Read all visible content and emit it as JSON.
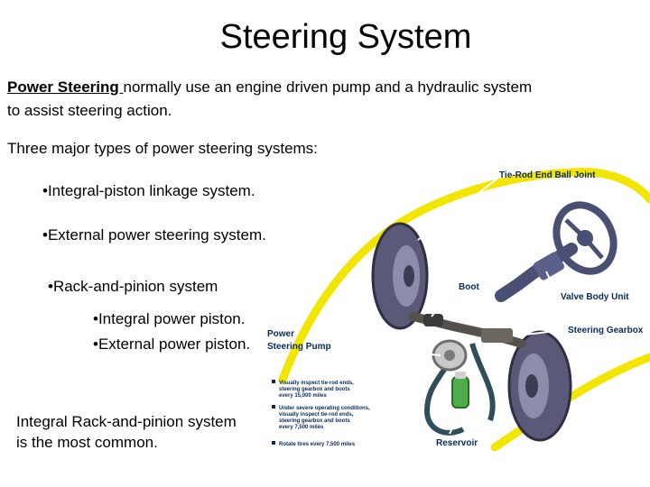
{
  "slide": {
    "title": "Steering System",
    "intro_term": "Power Steering ",
    "intro_rest": "normally use an engine driven pump and a hydraulic system to assist steering action.",
    "types_heading": "Three major types of power steering systems:",
    "bullets": [
      "•Integral-piston linkage system.",
      "•External power steering system.",
      "•Rack-and-pinion system"
    ],
    "sub_bullets": [
      "•Integral power piston.",
      "•External power piston."
    ],
    "conclusion_line1": "Integral Rack-and-pinion system",
    "conclusion_line2": "is the most common."
  },
  "diagram": {
    "labels": {
      "tie_rod": "Tie-Rod End Ball Joint",
      "boot": "Boot",
      "valve": "Valve Body Unit",
      "gearbox": "Steering Gearbox",
      "pump_line1": "Power",
      "pump_line2": "Steering Pump",
      "reservoir": "Reservoir"
    },
    "notes": [
      [
        "Visually inspect tie-rod ends,",
        "steering gearbox and boots",
        "every 15,000 miles"
      ],
      [
        "Under severe operating conditions,",
        "visually inspect tie-rod ends,",
        "steering gearbox and boots",
        "every 7,500 miles"
      ],
      [
        "Rotate tires every 7,500 miles"
      ]
    ],
    "colors": {
      "body_outline": "#f2e600",
      "tire": "#5a5a78",
      "steering_column": "#4a4f74",
      "pump": "#4fae4a",
      "hose": "#2e4f5a",
      "label_text": "#0a2a5a",
      "leader_line": "#ffffff"
    }
  }
}
